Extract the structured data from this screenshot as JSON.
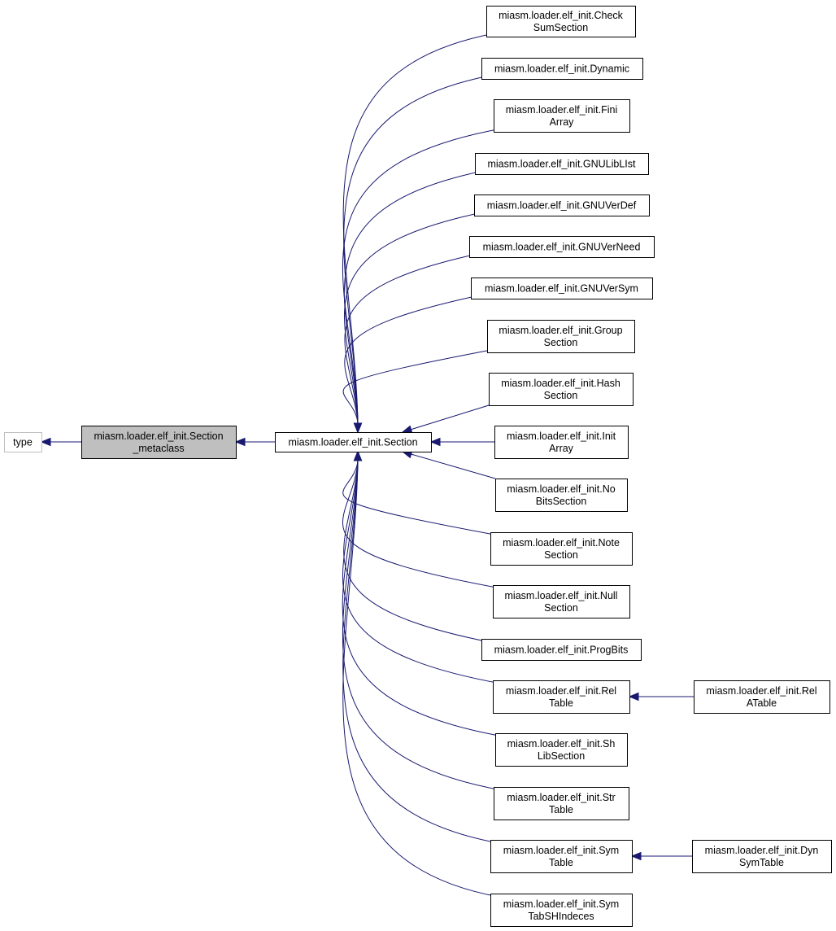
{
  "diagram": {
    "colors": {
      "edge": "#191970",
      "highlight_fill": "#bfbfbf",
      "external_border": "#bfbfbf",
      "border": "#000000"
    },
    "nodes": [
      {
        "id": "type",
        "lines": [
          "type"
        ]
      },
      {
        "id": "section_metaclass",
        "lines": [
          "miasm.loader.elf_init.Section",
          "_metaclass"
        ]
      },
      {
        "id": "section",
        "lines": [
          "miasm.loader.elf_init.Section"
        ]
      },
      {
        "id": "checksumsection",
        "lines": [
          "miasm.loader.elf_init.Check",
          "SumSection"
        ]
      },
      {
        "id": "dynamic",
        "lines": [
          "miasm.loader.elf_init.Dynamic"
        ]
      },
      {
        "id": "finiarray",
        "lines": [
          "miasm.loader.elf_init.Fini",
          "Array"
        ]
      },
      {
        "id": "gnuliblist",
        "lines": [
          "miasm.loader.elf_init.GNULibLIst"
        ]
      },
      {
        "id": "gnuverdef",
        "lines": [
          "miasm.loader.elf_init.GNUVerDef"
        ]
      },
      {
        "id": "gnuverneed",
        "lines": [
          "miasm.loader.elf_init.GNUVerNeed"
        ]
      },
      {
        "id": "gnuversym",
        "lines": [
          "miasm.loader.elf_init.GNUVerSym"
        ]
      },
      {
        "id": "groupsection",
        "lines": [
          "miasm.loader.elf_init.Group",
          "Section"
        ]
      },
      {
        "id": "hashsection",
        "lines": [
          "miasm.loader.elf_init.Hash",
          "Section"
        ]
      },
      {
        "id": "initarray",
        "lines": [
          "miasm.loader.elf_init.Init",
          "Array"
        ]
      },
      {
        "id": "nobitssection",
        "lines": [
          "miasm.loader.elf_init.No",
          "BitsSection"
        ]
      },
      {
        "id": "notesection",
        "lines": [
          "miasm.loader.elf_init.Note",
          "Section"
        ]
      },
      {
        "id": "nullsection",
        "lines": [
          "miasm.loader.elf_init.Null",
          "Section"
        ]
      },
      {
        "id": "progbits",
        "lines": [
          "miasm.loader.elf_init.ProgBits"
        ]
      },
      {
        "id": "reltable",
        "lines": [
          "miasm.loader.elf_init.Rel",
          "Table"
        ]
      },
      {
        "id": "shlibsection",
        "lines": [
          "miasm.loader.elf_init.Sh",
          "LibSection"
        ]
      },
      {
        "id": "strtable",
        "lines": [
          "miasm.loader.elf_init.Str",
          "Table"
        ]
      },
      {
        "id": "symtable",
        "lines": [
          "miasm.loader.elf_init.Sym",
          "Table"
        ]
      },
      {
        "id": "symtabshindeces",
        "lines": [
          "miasm.loader.elf_init.Sym",
          "TabSHIndeces"
        ]
      },
      {
        "id": "relatable",
        "lines": [
          "miasm.loader.elf_init.Rel",
          "ATable"
        ]
      },
      {
        "id": "dynsymtable",
        "lines": [
          "miasm.loader.elf_init.Dyn",
          "SymTable"
        ]
      }
    ],
    "edges": [
      {
        "from": "section_metaclass",
        "to": "type"
      },
      {
        "from": "section",
        "to": "section_metaclass"
      },
      {
        "from": "checksumsection",
        "to": "section"
      },
      {
        "from": "dynamic",
        "to": "section"
      },
      {
        "from": "finiarray",
        "to": "section"
      },
      {
        "from": "gnuliblist",
        "to": "section"
      },
      {
        "from": "gnuverdef",
        "to": "section"
      },
      {
        "from": "gnuverneed",
        "to": "section"
      },
      {
        "from": "gnuversym",
        "to": "section"
      },
      {
        "from": "groupsection",
        "to": "section"
      },
      {
        "from": "hashsection",
        "to": "section"
      },
      {
        "from": "initarray",
        "to": "section"
      },
      {
        "from": "nobitssection",
        "to": "section"
      },
      {
        "from": "notesection",
        "to": "section"
      },
      {
        "from": "nullsection",
        "to": "section"
      },
      {
        "from": "progbits",
        "to": "section"
      },
      {
        "from": "reltable",
        "to": "section"
      },
      {
        "from": "shlibsection",
        "to": "section"
      },
      {
        "from": "strtable",
        "to": "section"
      },
      {
        "from": "symtable",
        "to": "section"
      },
      {
        "from": "symtabshindeces",
        "to": "section"
      },
      {
        "from": "relatable",
        "to": "reltable"
      },
      {
        "from": "dynsymtable",
        "to": "symtable"
      }
    ]
  }
}
